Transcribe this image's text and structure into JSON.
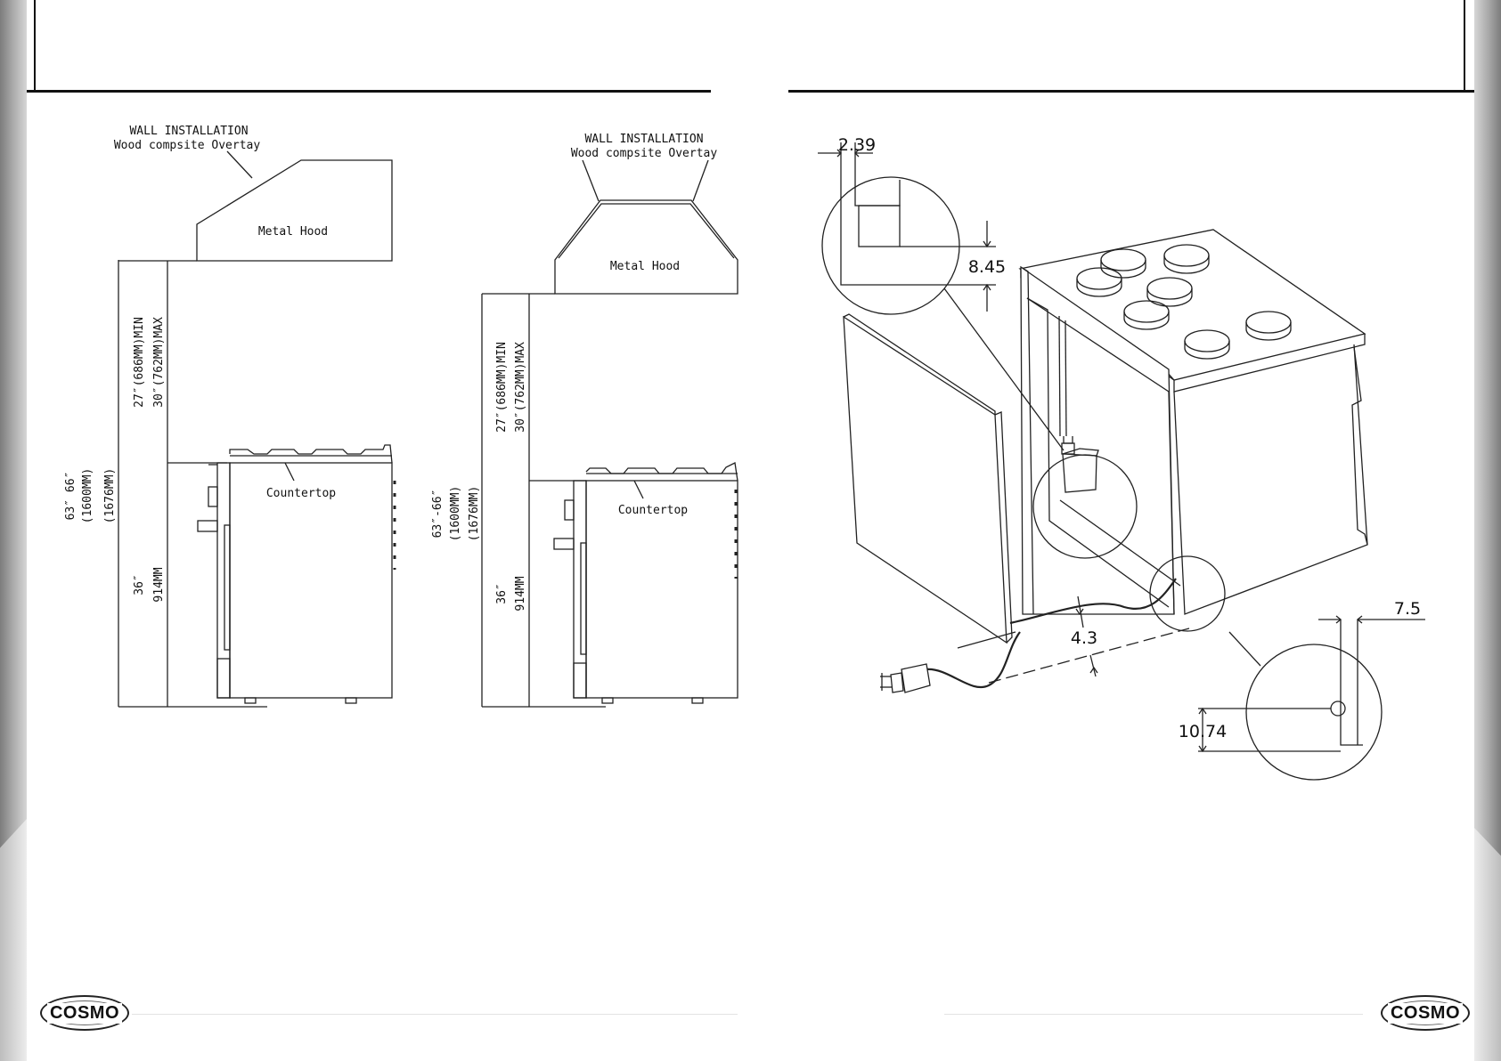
{
  "brand": {
    "logo_text": "COSMO"
  },
  "left_diagram": {
    "wall_label": "WALL INSTALLATION",
    "overlay_label": "Wood compsite Overtay",
    "hood_label": "Metal Hood",
    "countertop_label": "Countertop",
    "total_height": "63″ 66″",
    "total_mm_a": "(1600MM)",
    "total_mm_b": "(1676MM)",
    "clearance_min": "27″(686MM)MIN",
    "clearance_max": "30″(762MM)MAX",
    "counter_in": "36″",
    "counter_mm": "914MM"
  },
  "middle_diagram": {
    "wall_label": "WALL INSTALLATION",
    "overlay_label": "Wood compsite Overtay",
    "hood_label": "Metal Hood",
    "countertop_label": "Countertop",
    "total_height": "63″-66″",
    "total_mm_a": "(1600MM)",
    "total_mm_b": "(1676MM)",
    "clearance_min": "27″(686MM)MIN",
    "clearance_max": "30″(762MM)MAX",
    "counter_in": "36″",
    "counter_mm": "914MM"
  },
  "right_diagram": {
    "dim_a": "2.39",
    "dim_b": "8.45",
    "dim_c": "4.3",
    "dim_d": "7.5",
    "dim_e": "10.74"
  }
}
